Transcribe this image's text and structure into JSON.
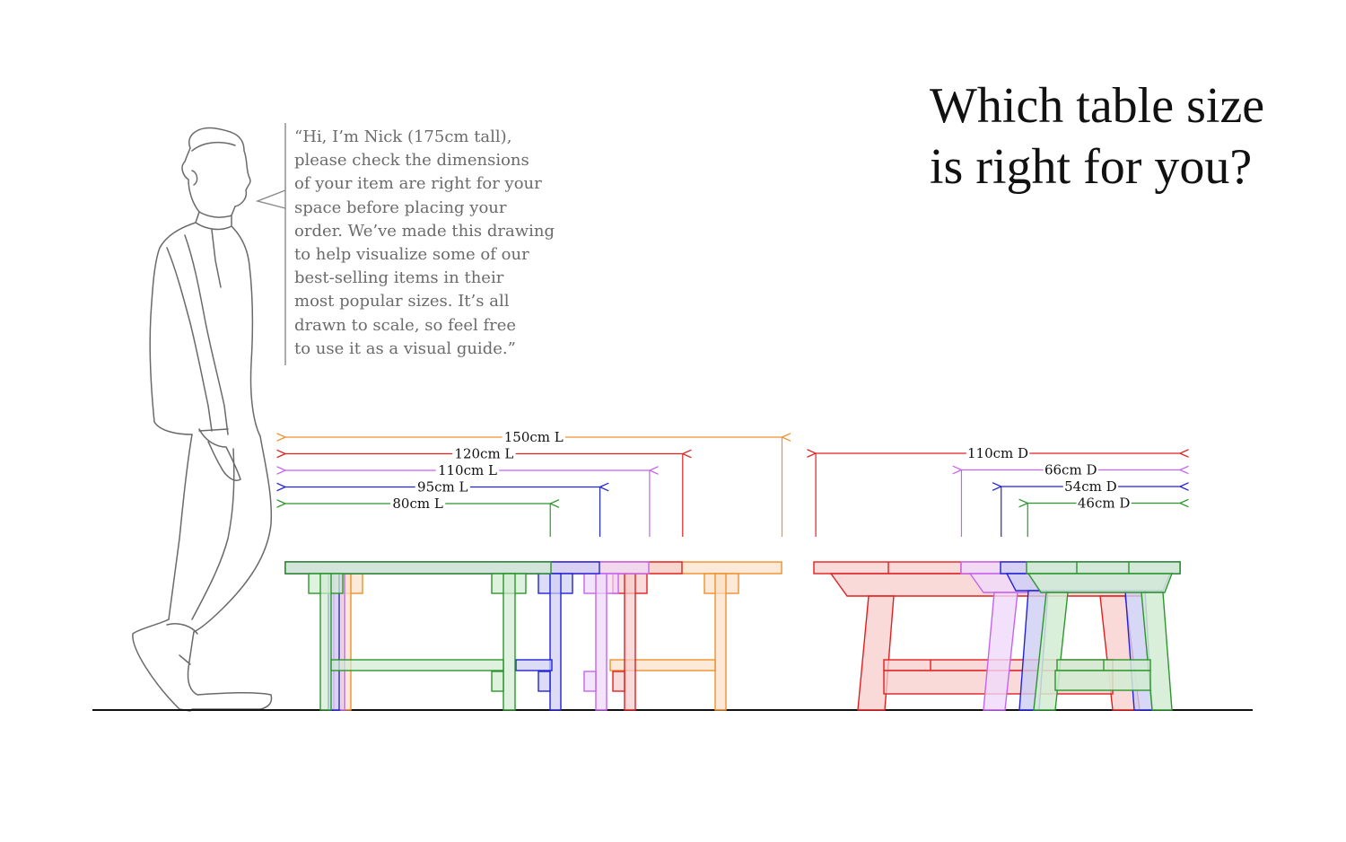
{
  "title": {
    "line1": "Which table size",
    "line2": "is right for you?"
  },
  "quote": {
    "lines": [
      "“Hi, I’m Nick (175cm tall),",
      "please check the dimensions",
      "of your item are right for your",
      "space before placing your",
      "order. We’ve made this drawing",
      "to help visualize some of our",
      "best-selling items in their",
      "most popular sizes. It’s all",
      "drawn to scale, so feel free",
      "to use it as a visual guide.”"
    ]
  },
  "colors": {
    "orange": "#f0902e",
    "red": "#e02020",
    "purple": "#c564ef",
    "blue": "#2323d8",
    "green": "#2c962c",
    "outline": "#666666",
    "ground": "#111111"
  },
  "icons": {
    "person": "standing-man-figure",
    "speech": "speech-bubble-pointer"
  },
  "lengths": [
    {
      "label": "150cm L",
      "value": 150,
      "color": "orange"
    },
    {
      "label": "120cm L",
      "value": 120,
      "color": "red"
    },
    {
      "label": "110cm L",
      "value": 110,
      "color": "purple"
    },
    {
      "label": "95cm L",
      "value": 95,
      "color": "blue"
    },
    {
      "label": "80cm L",
      "value": 80,
      "color": "green"
    }
  ],
  "depths": [
    {
      "label": "110cm D",
      "value": 110,
      "color": "red"
    },
    {
      "label": "66cm D",
      "value": 66,
      "color": "purple"
    },
    {
      "label": "54cm D",
      "value": 54,
      "color": "blue"
    },
    {
      "label": "46cm D",
      "value": 46,
      "color": "green"
    }
  ]
}
